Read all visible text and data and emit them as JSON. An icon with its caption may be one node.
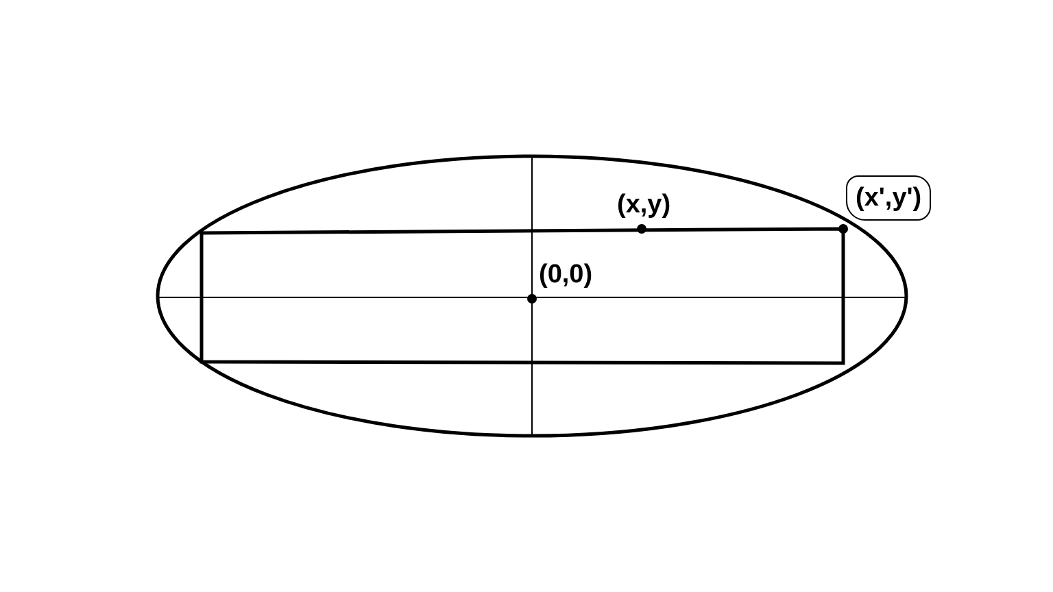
{
  "diagram": {
    "nodes": [
      {
        "text": [
          "(x',y')"
        ]
      }
    ],
    "labels": [
      "(x,y)",
      "(0,0)"
    ]
  }
}
